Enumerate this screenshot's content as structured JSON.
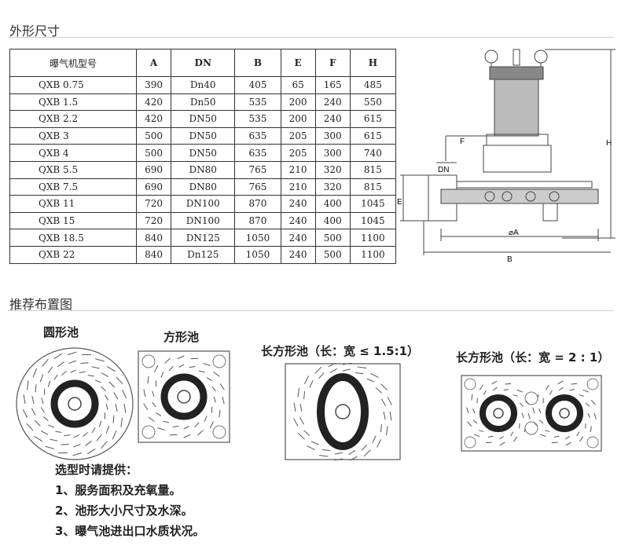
{
  "section1": {
    "title": "外形尺寸"
  },
  "table": {
    "headers": [
      "曝气机型号",
      "A",
      "DN",
      "B",
      "E",
      "F",
      "H"
    ],
    "rows": [
      [
        "QXB 0.75",
        "390",
        "Dn40",
        "405",
        "65",
        "165",
        "485"
      ],
      [
        "QXB 1.5",
        "420",
        "Dn50",
        "535",
        "200",
        "240",
        "550"
      ],
      [
        "QXB 2.2",
        "420",
        "DN50",
        "535",
        "200",
        "240",
        "615"
      ],
      [
        "QXB 3",
        "500",
        "DN50",
        "635",
        "205",
        "300",
        "615"
      ],
      [
        "QXB 4",
        "500",
        "DN50",
        "635",
        "205",
        "300",
        "740"
      ],
      [
        "QXB 5.5",
        "690",
        "DN80",
        "765",
        "210",
        "320",
        "815"
      ],
      [
        "QXB 7.5",
        "690",
        "DN80",
        "765",
        "210",
        "320",
        "815"
      ],
      [
        "QXB 11",
        "720",
        "DN100",
        "870",
        "240",
        "400",
        "1045"
      ],
      [
        "QXB 15",
        "720",
        "DN100",
        "870",
        "240",
        "400",
        "1045"
      ],
      [
        "QXB 18.5",
        "840",
        "DN125",
        "1050",
        "240",
        "500",
        "1100"
      ],
      [
        "QXB 22",
        "840",
        "Dn125",
        "1050",
        "240",
        "500",
        "1100"
      ]
    ]
  },
  "drawing": {
    "label_f": "F",
    "label_dn": "DN",
    "label_e": "E",
    "label_h": "H",
    "label_a": "⌀A",
    "label_b": "B"
  },
  "section2": {
    "title": "推荐布置图"
  },
  "pools": [
    {
      "label": "圆形池"
    },
    {
      "label": "方形池"
    },
    {
      "label": "长方形池（长：宽 ≤ 1.5:1）"
    },
    {
      "label": "长方形池（长：宽 = 2 : 1）"
    }
  ],
  "notes": {
    "heading": "选型时请提供：",
    "items": [
      "1、服务面积及充氧量。",
      "2、池形大小尺寸及水深。",
      "3、曝气池进出口水质状况。"
    ]
  }
}
